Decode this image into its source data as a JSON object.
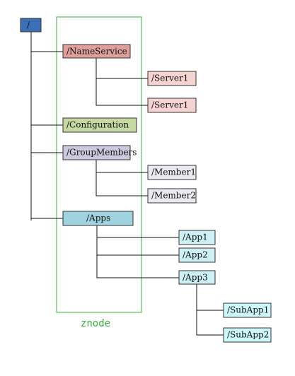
{
  "region": {
    "label": "znode",
    "color": "#3cb043"
  },
  "colors": {
    "root": "#3b6fb6",
    "name_service": "#e0a09a",
    "server": "#f5d3d0",
    "configuration": "#c7d9a3",
    "group_members": "#ccc8dd",
    "member": "#ebeaf1",
    "apps": "#9fd3e0",
    "app": "#cdf0f5",
    "subapp": "#cdf8fa"
  },
  "nodes": {
    "root": {
      "label": "/"
    },
    "name_service": {
      "label": "/NameService"
    },
    "server_1": {
      "label": "/Server1"
    },
    "server_2": {
      "label": "/Server1"
    },
    "configuration": {
      "label": "/Configuration"
    },
    "group_members": {
      "label": "/GroupMembers"
    },
    "member_1": {
      "label": "/Member1"
    },
    "member_2": {
      "label": "/Member2"
    },
    "apps": {
      "label": "/Apps"
    },
    "app_1": {
      "label": "/App1"
    },
    "app_2": {
      "label": "/App2"
    },
    "app_3": {
      "label": "/App3"
    },
    "subapp_1": {
      "label": "/SubApp1"
    },
    "subapp_2": {
      "label": "/SubApp2"
    }
  }
}
